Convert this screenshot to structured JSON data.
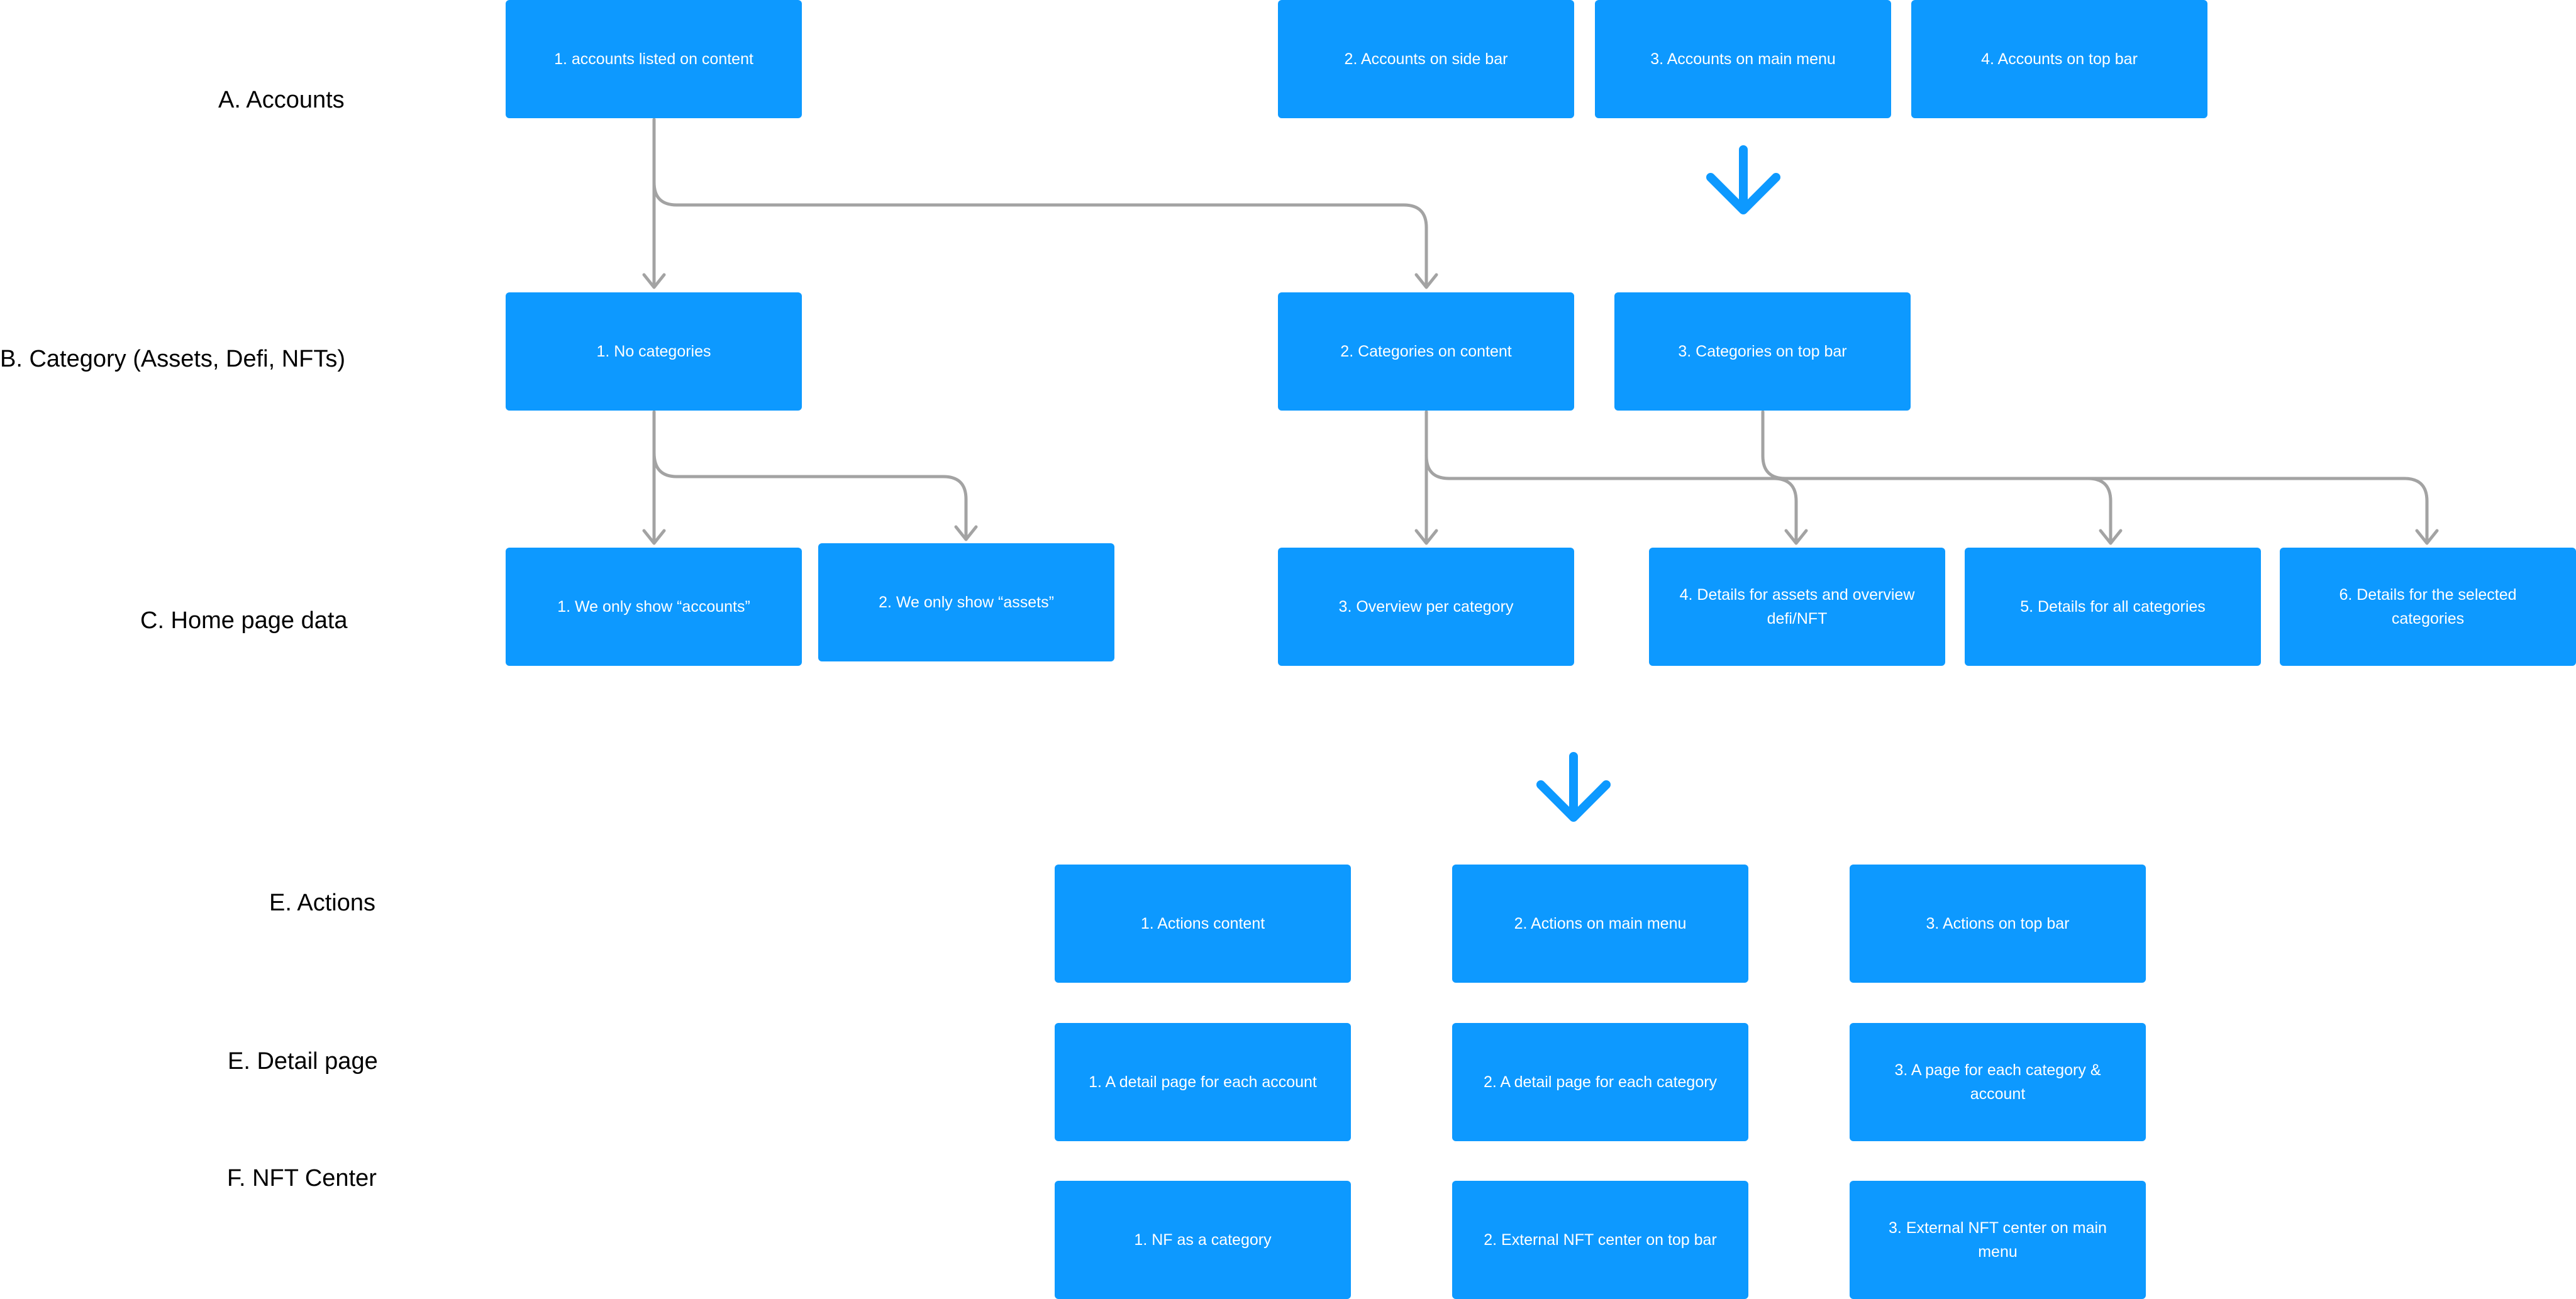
{
  "rows": {
    "accounts": "A. Accounts",
    "category": "B. Category (Assets, Defi, NFTs)",
    "home": "C. Home page data",
    "actions": "E. Actions",
    "detail": "E. Detail page",
    "nft": "F. NFT Center"
  },
  "accounts": [
    "1. accounts listed on content",
    "2. Accounts on side bar",
    "3. Accounts on main menu",
    "4. Accounts on top bar"
  ],
  "category": [
    "1. No categories",
    "2. Categories on content",
    "3. Categories on top bar"
  ],
  "home": [
    "1. We only show “accounts”",
    "2. We only show “assets”",
    "3. Overview per category",
    "4. Details for assets and overview defi/NFT",
    "5. Details for all categories",
    "6. Details for the selected categories"
  ],
  "actions": [
    "1. Actions content",
    "2. Actions on main menu",
    "3. Actions on top bar"
  ],
  "detail": [
    "1. A detail page for each account",
    "2. A detail page for each category",
    "3. A page for each category & account"
  ],
  "nft": [
    "1. NF as a category",
    "2. External NFT center on top bar",
    "3. External NFT center on main menu"
  ],
  "colors": {
    "box": "#0d99ff",
    "box_text": "#ffffff",
    "connector": "#a3a3a3",
    "label": "#000000"
  }
}
